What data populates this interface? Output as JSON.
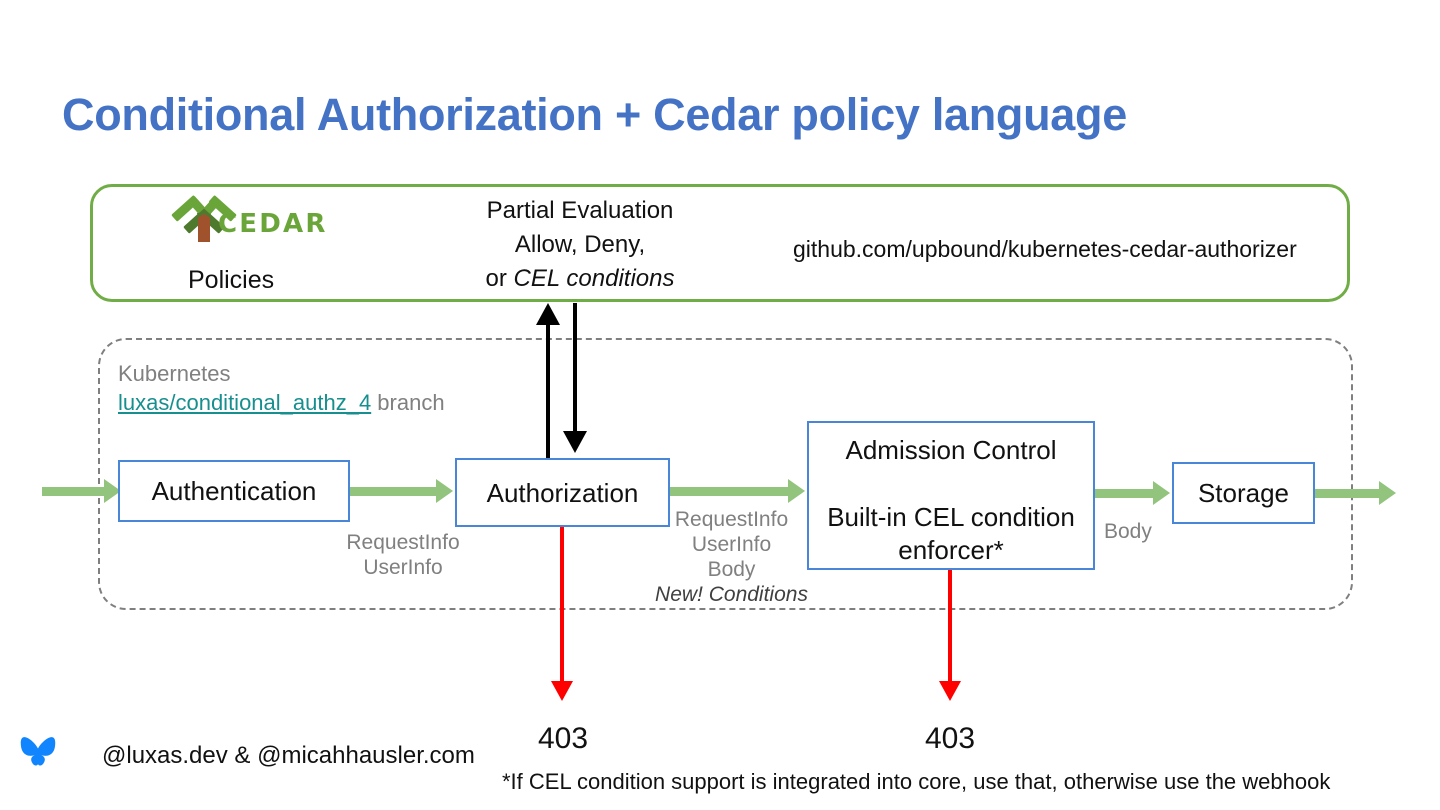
{
  "slide": {
    "title": "Conditional Authorization + Cedar policy language"
  },
  "cedar_panel": {
    "logo_name": "cedar-logo",
    "wordmark": "CEDAR",
    "policies_label": "Policies",
    "partial_eval": {
      "line1": "Partial Evaluation",
      "line2": "Allow, Deny,",
      "line3_prefix": "or ",
      "line3_italic": "CEL conditions"
    },
    "repo_url": "github.com/upbound/kubernetes-cedar-authorizer",
    "border_color": "#70AD47"
  },
  "k8s_panel": {
    "caption_line1": "Kubernetes",
    "branch_link": "luxas/conditional_authz_4",
    "branch_suffix": " branch",
    "border_color": "#7F7F7F",
    "link_color": "#178F8F"
  },
  "pipeline": {
    "boxes": [
      {
        "id": "authentication",
        "label": "Authentication"
      },
      {
        "id": "authorization",
        "label": "Authorization"
      },
      {
        "id": "admission",
        "label_line1": "Admission Control",
        "label_line2": "Built-in CEL condition enforcer*"
      },
      {
        "id": "storage",
        "label": "Storage"
      }
    ],
    "box_border_color": "#4A86D8",
    "arrow_color": "#92C47D"
  },
  "edge_labels": {
    "auth_to_authz": [
      "RequestInfo",
      "UserInfo"
    ],
    "authz_to_admission": [
      "RequestInfo",
      "UserInfo",
      "Body"
    ],
    "authz_to_admission_new": "New! Conditions",
    "admission_to_storage": "Body"
  },
  "denials": {
    "code_a": "403",
    "code_b": "403",
    "arrow_color": "#FF0000"
  },
  "footer": {
    "icon_name": "bluesky-butterfly-icon",
    "handles": "@luxas.dev & @micahhausler.com",
    "footnote": "*If CEL condition support is integrated into core, use that, otherwise use the webhook"
  }
}
